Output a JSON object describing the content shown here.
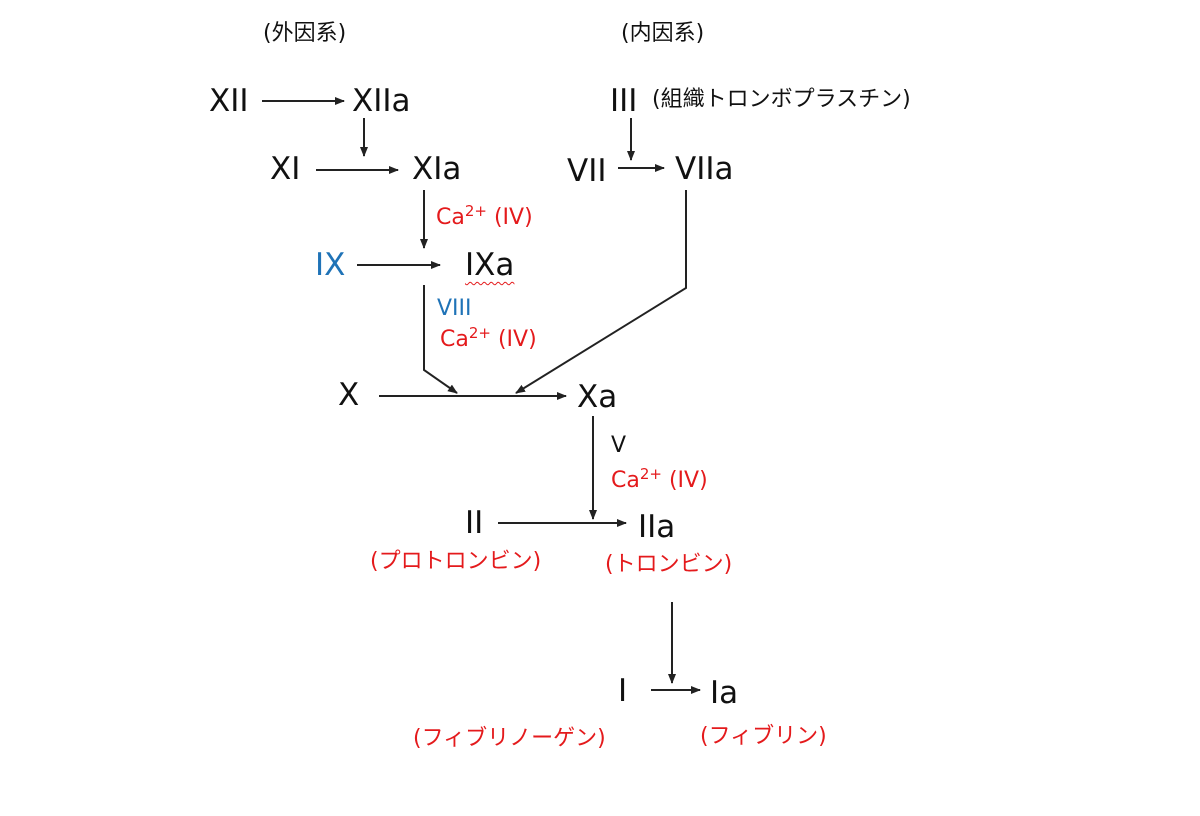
{
  "headers": {
    "left": "(外因系)",
    "right": "(内因系)"
  },
  "factors": {
    "xii": "XII",
    "xiia": "XIIa",
    "xi": "XI",
    "xia": "XIa",
    "ix": "IX",
    "ixa": "IXa",
    "x": "X",
    "xa": "Xa",
    "iii": "III",
    "vii": "VII",
    "viia": "VIIa",
    "ii": "II",
    "iia": "IIa",
    "i": "I",
    "ia": "Ia"
  },
  "names": {
    "tissue_thromboplastin": "(組織トロンボプラスチン)",
    "prothrombin": "(プロトロンビン)",
    "thrombin": "(トロンビン)",
    "fibrinogen": "(フィブリノーゲン)",
    "fibrin": "(フィブリン)"
  },
  "cofactors": {
    "ca_base": "Ca",
    "ca_sup": "2+",
    "ca_suffix": " (IV)",
    "viii": "VIII",
    "v": "V"
  },
  "colors": {
    "text": "#111111",
    "red": "#e41a1c",
    "blue": "#1f73b7",
    "arrow": "#222222"
  }
}
